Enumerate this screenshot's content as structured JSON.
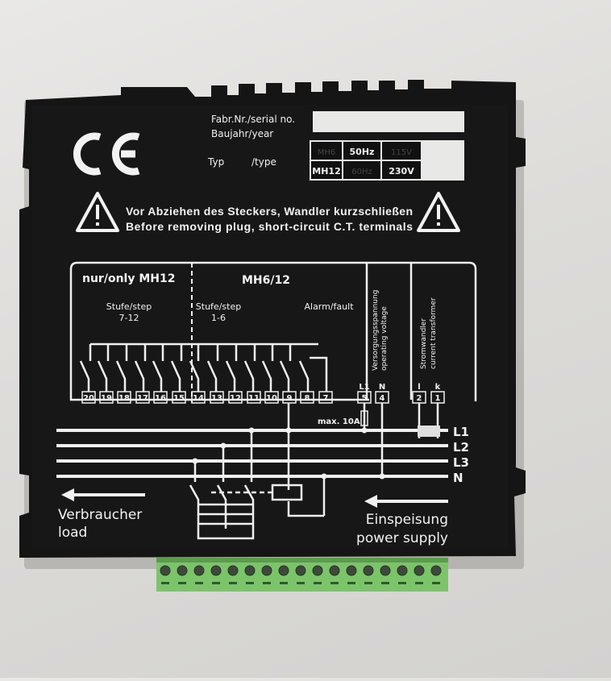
{
  "device": {
    "type": "reactive power controller rear panel label",
    "colors": {
      "housing": "#141414",
      "print": "#f0f0f0",
      "terminal_block": "#7cc46a",
      "background": "#e2e1de"
    }
  },
  "header": {
    "ce_mark": "CE",
    "serial_label": "Fabr.Nr./serial no.",
    "year_label": "Baujahr/year",
    "type_label_de": "Typ",
    "type_label_en": "/type",
    "type_table": {
      "row1": [
        "MH6",
        "50Hz",
        "115V"
      ],
      "row2": [
        "MH12",
        "60Hz",
        "230V"
      ]
    }
  },
  "warning": {
    "line_de": "Vor Abziehen des Steckers, Wandler kurzschließen",
    "line_en": "Before removing plug, short-circuit C.T. terminals"
  },
  "diagram": {
    "section_left_title": "nur/only MH12",
    "section_right_title": "MH6/12",
    "step_left": {
      "label": "Stufe/step",
      "range": "7-12"
    },
    "step_right": {
      "label": "Stufe/step",
      "range": "1-6"
    },
    "alarm_label": "Alarm/fault",
    "operating_voltage_de": "Versorgungsspannung",
    "operating_voltage_en": "operating voltage",
    "ct_de": "Stromwandler",
    "ct_en": "current transformer",
    "terminals": [
      "20",
      "19",
      "18",
      "17",
      "16",
      "15",
      "14",
      "13",
      "12",
      "11",
      "10",
      "9",
      "8",
      "7",
      "5",
      "4",
      "2",
      "1"
    ],
    "terminal_top_labels": {
      "5": "L1",
      "4": "N",
      "2": "l",
      "1": "k"
    },
    "fuse_label": "max. 10A",
    "phases": [
      "L1",
      "L2",
      "L3",
      "N"
    ]
  },
  "footer": {
    "load_de": "Verbraucher",
    "load_en": "load",
    "supply_de": "Einspeisung",
    "supply_en": "power supply"
  }
}
